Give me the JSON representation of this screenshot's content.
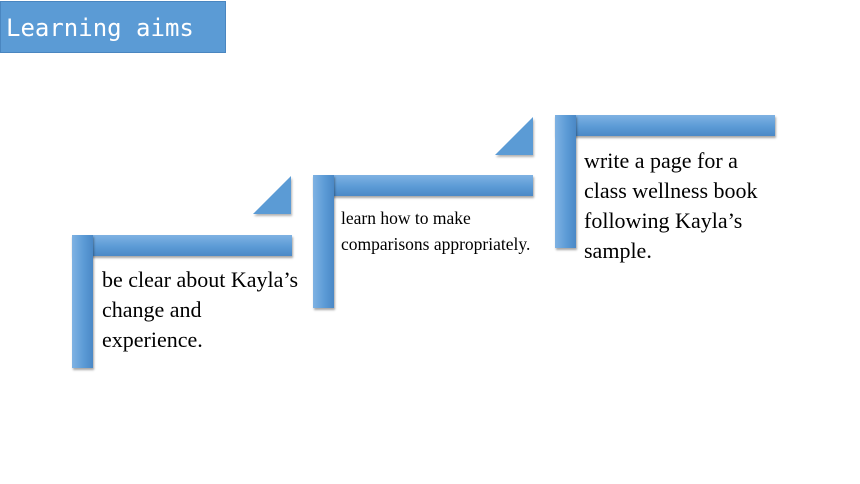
{
  "header": {
    "title": "Learning aims"
  },
  "steps": [
    {
      "text": "be clear about Kayla’s change and experience."
    },
    {
      "text": "learn how to make comparisons appropriately."
    },
    {
      "text": "write a page for a class wellness book following Kayla’s sample."
    }
  ],
  "colors": {
    "accent": "#5b9bd5",
    "title_text": "#ffffff",
    "body_text": "#000000"
  }
}
